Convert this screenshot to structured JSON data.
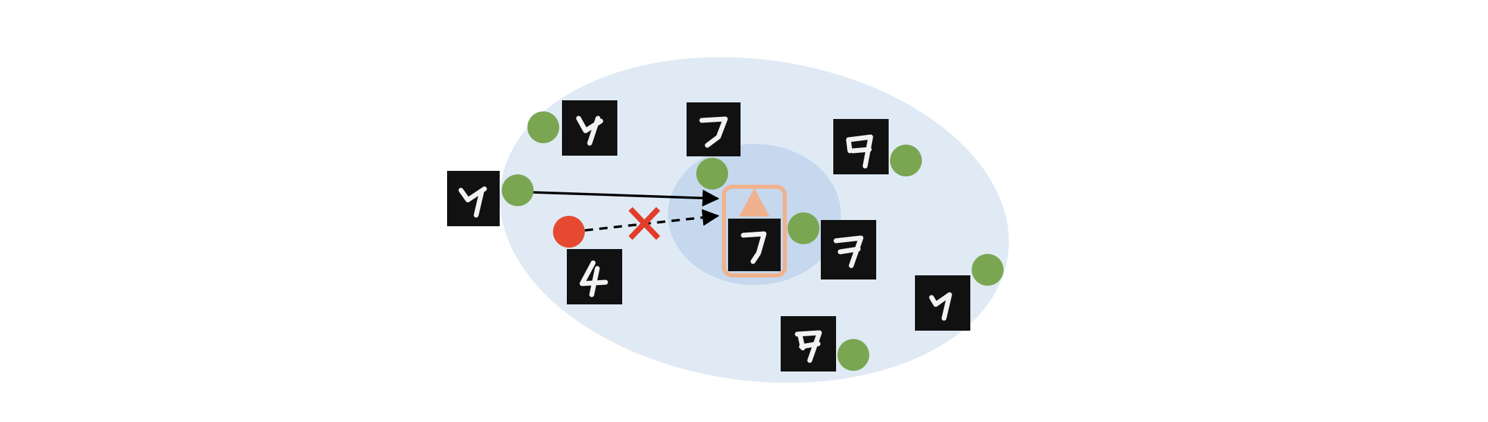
{
  "diagram": {
    "colors": {
      "outer_region": "#e0eaf5",
      "inner_region": "#c5d8ee",
      "positive_sample": "#7aa652",
      "negative_sample": "#e54a30",
      "anchor_highlight": "#f0b28e",
      "anchor_marker": "#f0b28e",
      "cross_mark": "#e23d28",
      "arrow": "#000000"
    },
    "icons": {
      "positive": "green-circle-icon",
      "negative": "red-circle-icon",
      "anchor": "triangle-icon",
      "rejected": "cross-icon"
    },
    "samples": [
      {
        "id": "anchor",
        "kind": "anchor",
        "digit": "7"
      },
      {
        "id": "pos-1",
        "kind": "positive",
        "digit": "7"
      },
      {
        "id": "pos-2",
        "kind": "positive",
        "digit": "7"
      },
      {
        "id": "pos-3",
        "kind": "positive",
        "digit": "7"
      },
      {
        "id": "pos-4",
        "kind": "positive",
        "digit": "7"
      },
      {
        "id": "pos-5",
        "kind": "positive",
        "digit": "7"
      },
      {
        "id": "pos-6",
        "kind": "positive",
        "digit": "7"
      },
      {
        "id": "pos-7",
        "kind": "positive",
        "digit": "7"
      },
      {
        "id": "pos-8",
        "kind": "positive",
        "digit": "7"
      },
      {
        "id": "neg-1",
        "kind": "negative",
        "digit": "4"
      }
    ],
    "arrows": [
      {
        "from": "pos-1",
        "to": "anchor",
        "style": "solid",
        "rejected": false
      },
      {
        "from": "neg-1",
        "to": "anchor",
        "style": "dashed",
        "rejected": true
      }
    ]
  }
}
